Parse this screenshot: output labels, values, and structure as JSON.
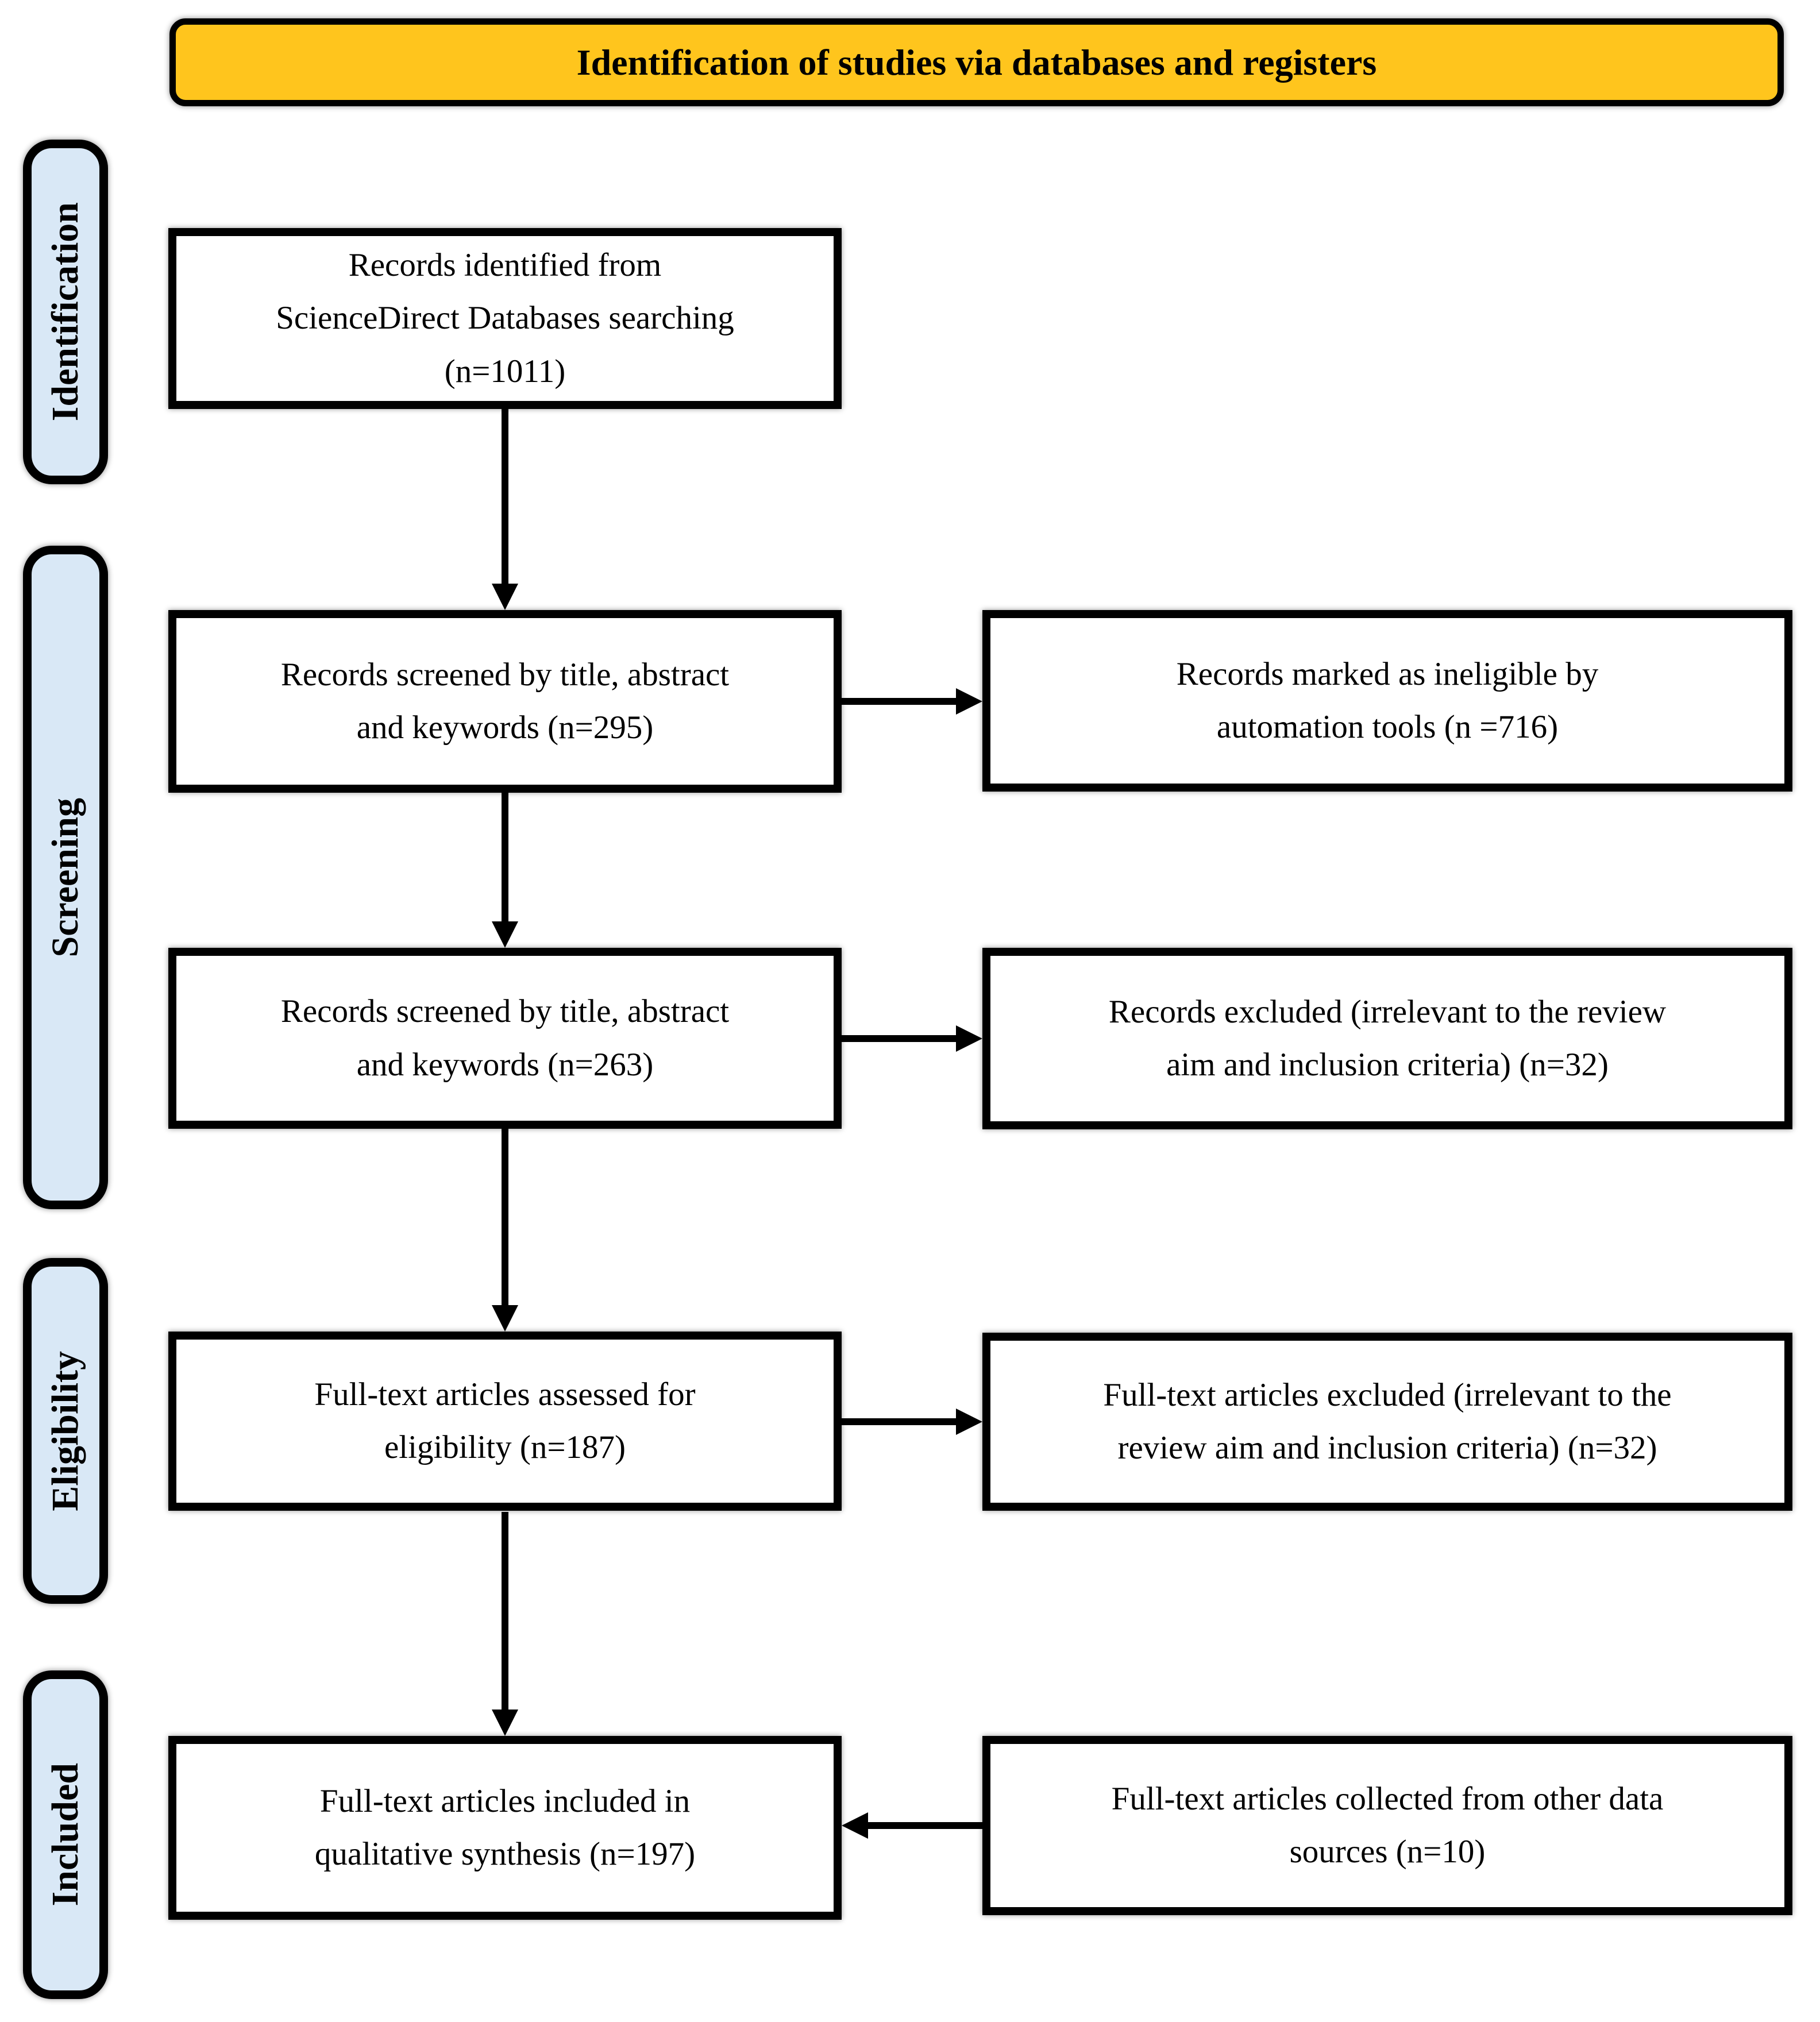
{
  "banner": {
    "label": "Identification of studies via databases and registers"
  },
  "colors": {
    "banner_bg": "#FFC51D",
    "stage_bg": "#D9E8F6",
    "node_bg": "#FFFFFF",
    "line": "#000000"
  },
  "stages": [
    {
      "label": "Identification"
    },
    {
      "label": "Screening"
    },
    {
      "label": "Eligibility"
    },
    {
      "label": "Included"
    }
  ],
  "nodes": {
    "identified": {
      "text": "Records identified from\nScienceDirect Databases searching\n(n=1011)"
    },
    "screened_295": {
      "text": "Records screened by title, abstract\nand keywords (n=295)"
    },
    "ineligible_716": {
      "text": "Records marked as ineligible by\nautomation tools (n =716)"
    },
    "screened_263": {
      "text": "Records screened by title, abstract\nand keywords (n=263)"
    },
    "excluded_32": {
      "text": "Records excluded (irrelevant to the review\naim and inclusion criteria) (n=32)"
    },
    "assessed_187": {
      "text": "Full-text articles assessed for\neligibility (n=187)"
    },
    "fulltext_excluded_32": {
      "text": "Full-text articles excluded (irrelevant to the\nreview aim and inclusion criteria) (n=32)"
    },
    "included_197": {
      "text": "Full-text articles included in\nqualitative synthesis (n=197)"
    },
    "other_sources_10": {
      "text": "Full-text articles collected from other data\nsources (n=10)"
    }
  }
}
